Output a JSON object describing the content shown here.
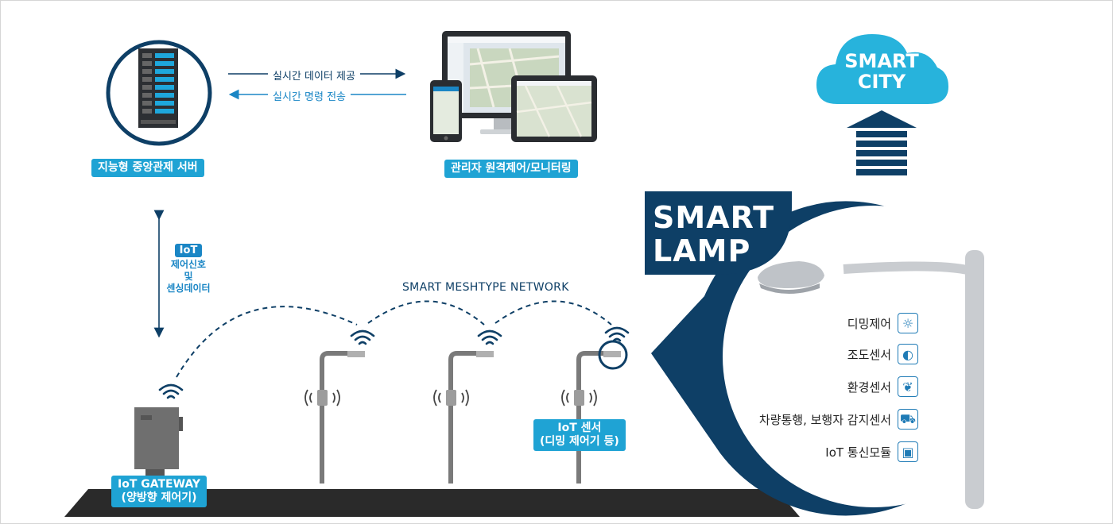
{
  "server": {
    "label": "지능형 중앙관제 서버"
  },
  "admin": {
    "label": "관리자 원격제어/모니터링"
  },
  "arrows": {
    "data_provide": "실시간 데이터 제공",
    "command_send": "실시간 명령 전송"
  },
  "iot_link": {
    "badge": "IoT",
    "line1": "제어신호",
    "line2": "및",
    "line3": "센싱데이터"
  },
  "network": {
    "label": "SMART MESHTYPE NETWORK"
  },
  "gateway": {
    "line1": "IoT GATEWAY",
    "line2": "(양방향 제어기)"
  },
  "sensor": {
    "line1": "IoT 센서",
    "line2": "(디밍 제어기 등)"
  },
  "cloud": {
    "line1": "SMART",
    "line2": "CITY"
  },
  "lamp": {
    "line1": "SMART",
    "line2": "LAMP"
  },
  "features": [
    {
      "label": "디밍제어",
      "icon": "sun-dimming-icon"
    },
    {
      "label": "조도센서",
      "icon": "illuminance-icon"
    },
    {
      "label": "환경센서",
      "icon": "plant-icon"
    },
    {
      "label": "차량통행, 보행자 감지센서",
      "icon": "car-icon"
    },
    {
      "label": "IoT 통신모듈",
      "icon": "chip-icon"
    }
  ],
  "colors": {
    "navy": "#0e3f66",
    "accent": "#1fa3d4",
    "cloud": "#27b3dc",
    "pole": "#7a7a7a"
  }
}
